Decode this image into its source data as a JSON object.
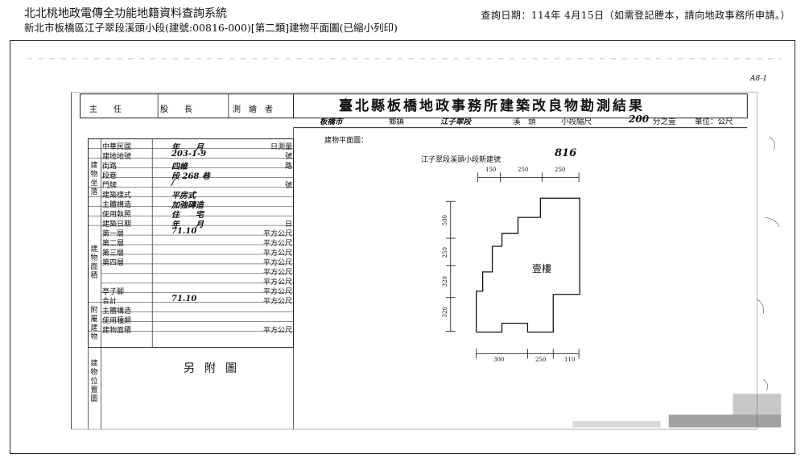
{
  "header": {
    "system_title": "北北桃地政電傳全功能地籍資料查詢系統",
    "subtitle": "新北市板橋區江子翠段溪頭小段(建號:00816-000)[第二類]建物平面圖(已縮小列印)",
    "query_date": "查詢日期：114年 4月15日（如需登記謄本，請向地政事務所申請。）"
  },
  "document": {
    "page_number": "A8-1",
    "title": "臺北縣板橋地政事務所建築改良物勘測結果",
    "signature_row": {
      "director": "主　　任",
      "section_chief": "股　　長",
      "surveyor": "測　繪　者"
    },
    "location_row": {
      "city": "板橋市",
      "township_label": "鄉鎮",
      "section": "江子翠段",
      "subsection": "溪　頭",
      "subsection_label": "小段縮尺",
      "scale": "200",
      "scale_suffix": "分之壹",
      "unit": "單位：公尺"
    },
    "left_table": {
      "rows": [
        {
          "label": "中華民國",
          "value": "年　　月",
          "suffix": "日測量"
        },
        {
          "label": "建地地號",
          "value": "203-1-9",
          "suffix": "號"
        },
        {
          "label": "街路",
          "value": "四維",
          "suffix": "路"
        },
        {
          "label": "段巷",
          "value": "段 268 巷",
          "suffix": ""
        },
        {
          "label": "門牌",
          "value": "/",
          "suffix": "號"
        },
        {
          "label": "建築樣式",
          "value": "平房式",
          "suffix": ""
        },
        {
          "label": "主體構造",
          "value": "加強磚造",
          "suffix": ""
        },
        {
          "label": "使用執照",
          "value": "住　　宅",
          "suffix": ""
        },
        {
          "label": "建築日期",
          "value": "年　　月",
          "suffix": "日"
        },
        {
          "label": "第一層",
          "value": "71.10",
          "suffix": "平方公尺"
        },
        {
          "label": "第二層",
          "value": "",
          "suffix": "平方公尺"
        },
        {
          "label": "第三層",
          "value": "",
          "suffix": "平方公尺"
        },
        {
          "label": "第四層",
          "value": "",
          "suffix": "平方公尺"
        },
        {
          "label": "",
          "value": "",
          "suffix": "平方公尺"
        },
        {
          "label": "",
          "value": "",
          "suffix": "平方公尺"
        },
        {
          "label": "亭子腳",
          "value": "",
          "suffix": "平方公尺"
        },
        {
          "label": "合計",
          "value": "71.10",
          "suffix": "平方公尺"
        },
        {
          "label": "主體構造",
          "value": "",
          "suffix": ""
        },
        {
          "label": "使用種類",
          "value": "",
          "suffix": ""
        },
        {
          "label": "建物面積",
          "value": "",
          "suffix": "平方公尺"
        }
      ],
      "group_building": "建物坐落",
      "group_area": "建物面積",
      "group_attached": "附屬建物",
      "group_diagram": "建物位置圖"
    },
    "attached_note": "另附圖",
    "plan": {
      "label": "建物平面圖：",
      "caption": "江子翠段溪頭小段新建號",
      "building_no": "816",
      "floor_label": "壹樓",
      "dims_top": [
        "150",
        "250",
        "250"
      ],
      "dims_bottom": [
        "300",
        "250",
        "110"
      ],
      "dims_side": [
        "500",
        "250",
        "320",
        "320"
      ]
    }
  }
}
